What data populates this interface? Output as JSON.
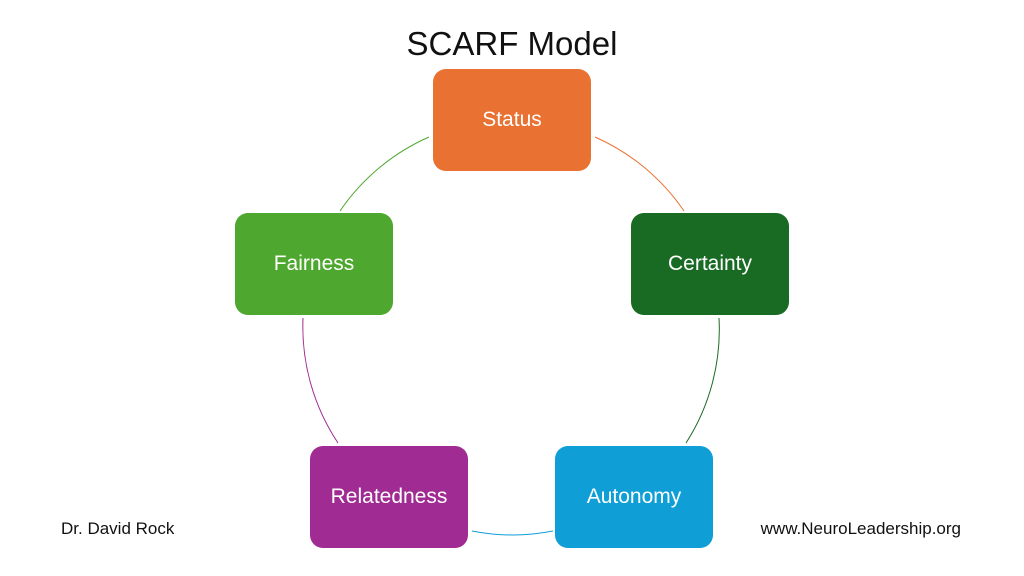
{
  "title": "SCARF Model",
  "nodes": [
    {
      "id": "status",
      "label": "Status",
      "color": "#E97132"
    },
    {
      "id": "certainty",
      "label": "Certainty",
      "color": "#196B24"
    },
    {
      "id": "autonomy",
      "label": "Autonomy",
      "color": "#0F9ED5"
    },
    {
      "id": "relatedness",
      "label": "Relatedness",
      "color": "#A02B93"
    },
    {
      "id": "fairness",
      "label": "Fairness",
      "color": "#4EA72E"
    }
  ],
  "footer": {
    "author": "Dr. David Rock",
    "website": "www.NeuroLeadership.org"
  }
}
